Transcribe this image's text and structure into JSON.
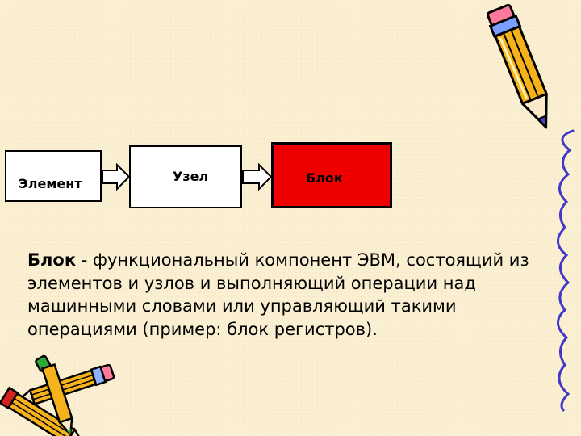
{
  "colors": {
    "background": "#fbefd2",
    "block_fill": "#ee0000",
    "element_fill": "#ffffff",
    "border": "#000000",
    "squiggle": "#3f38c8"
  },
  "diagram": {
    "element_label": "Элемент",
    "node_label": "Узел",
    "block_label": "Блок"
  },
  "definition": {
    "term": "Блок",
    "text": " - функциональный компонент ЭВМ, состоящий из элементов и узлов и выполняющий операции над машинными словами или управляющий такими операциями (пример: блок регистров)."
  },
  "icons": [
    "pencil-icon",
    "crossed-pencils-icon",
    "squiggle-border-icon"
  ]
}
